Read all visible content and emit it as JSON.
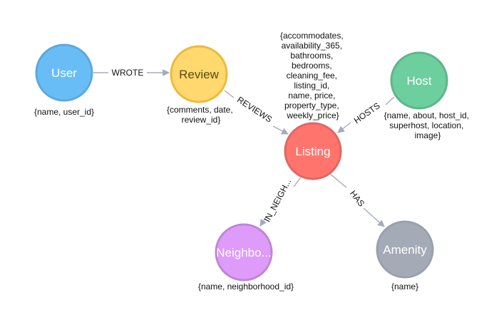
{
  "colors": {
    "user": "#68bdf6",
    "user_stroke": "#5ca8db",
    "review": "#ffd86e",
    "review_stroke": "#edba39",
    "host": "#6dce9e",
    "host_stroke": "#60b58b",
    "listing": "#ff756e",
    "listing_stroke": "#e06760",
    "neighborhood": "#de9bf9",
    "neighborhood_stroke": "#bf85d6",
    "amenity": "#a5abb6",
    "amenity_stroke": "#9aa1ac",
    "edge": "#a5abb6"
  },
  "nodes": {
    "user": {
      "label": "User",
      "properties": [
        "{name, user_id}"
      ]
    },
    "review": {
      "label": "Review",
      "properties": [
        "{comments, date,",
        "review_id}"
      ]
    },
    "host": {
      "label": "Host",
      "properties": [
        "{name, about, host_id,",
        "superhost, location,",
        "image}"
      ]
    },
    "listing": {
      "label": "Listing",
      "properties": [
        "{accommodates,",
        "availability_365,",
        "bathrooms,",
        "bedrooms,",
        "cleaning_fee,",
        "listing_id,",
        "name, price,",
        "property_type,",
        "weekly_price}"
      ]
    },
    "neighborhood": {
      "label": "Neighbo...",
      "properties": [
        "{name, neighborhood_id}"
      ]
    },
    "amenity": {
      "label": "Amenity",
      "properties": [
        "{name}"
      ]
    }
  },
  "edges": {
    "wrote": "WROTE",
    "reviews": "REVIEWS",
    "hosts": "HOSTS",
    "in_neighborhood": "IN_NEIGH...",
    "has": "HAS"
  }
}
